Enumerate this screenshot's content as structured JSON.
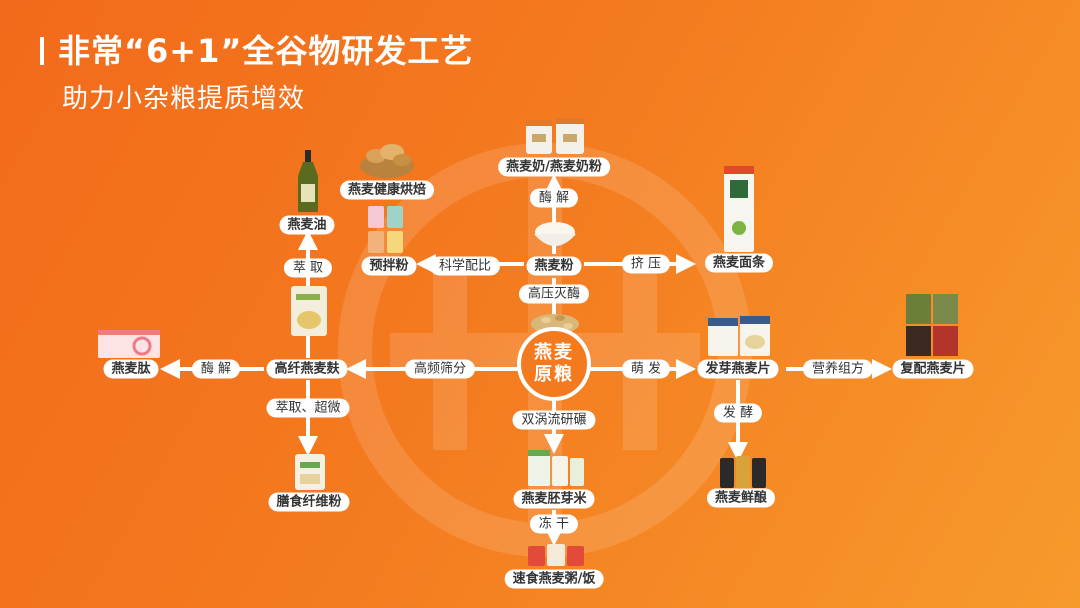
{
  "header": {
    "title": "非常“6+1”全谷物研发工艺",
    "subtitle": "助力小杂粮提质增效"
  },
  "center": {
    "line1": "燕麦",
    "line2": "原粮"
  },
  "products": {
    "oat_milk": "燕麦奶/燕麦奶粉",
    "oat_flour": "燕麦粉",
    "oat_noodles": "燕麦面条",
    "premix_flour": "预拌粉",
    "oat_baking": "燕麦健康烘焙",
    "oat_oil": "燕麦油",
    "high_fiber_bran": "高纤燕麦麸",
    "oat_peptide": "燕麦肽",
    "dietary_fiber_powder": "膳食纤维粉",
    "oat_germ_rice": "燕麦胚芽米",
    "instant_porridge": "速食燕麦粥/饭",
    "sprouted_oat_flakes": "发芽燕麦片",
    "compound_oat_flakes": "复配燕麦片",
    "oat_brew": "燕麦鲜酿"
  },
  "processes": {
    "enzymolysis_top": "酶 解",
    "squeeze": "挤 压",
    "scientific_ratio": "科学配比",
    "high_pressure": "高压灭酶",
    "extraction": "萃 取",
    "high_freq_sieve": "高频筛分",
    "enzymolysis_left": "酶 解",
    "extract_ultrafine": "萃取、超微",
    "vortex_milling": "双涡流研碾",
    "freeze_dry": "冻 干",
    "germination": "萌 发",
    "nutrition_formula": "营养组方",
    "fermentation": "发 酵"
  },
  "illustrations": {
    "oat_milk": "milk-carton-icon",
    "oat_flour": "flour-bowl-icon",
    "oat_noodles": "noodle-package-icon",
    "premix_flour": "flour-bags-icon",
    "oat_baking": "bread-basket-icon",
    "oat_oil": "oil-bottle-icon",
    "high_fiber_bran": "bran-pouch-icon",
    "oat_peptide": "peptide-box-icon",
    "dietary_fiber_powder": "fiber-bag-icon",
    "oat_grain": "oat-grain-icon",
    "oat_germ_rice": "rice-bags-icon",
    "instant_porridge": "porridge-cups-icon",
    "sprouted_oat_flakes": "flakes-bags-icon",
    "compound_oat_flakes": "flakes-boxes-icon",
    "oat_brew": "beer-cans-icon"
  },
  "colors": {
    "background_start": "#f26a1b",
    "background_end": "#f79a2c",
    "accent": "#f47a1f",
    "label_text": "#333333"
  }
}
